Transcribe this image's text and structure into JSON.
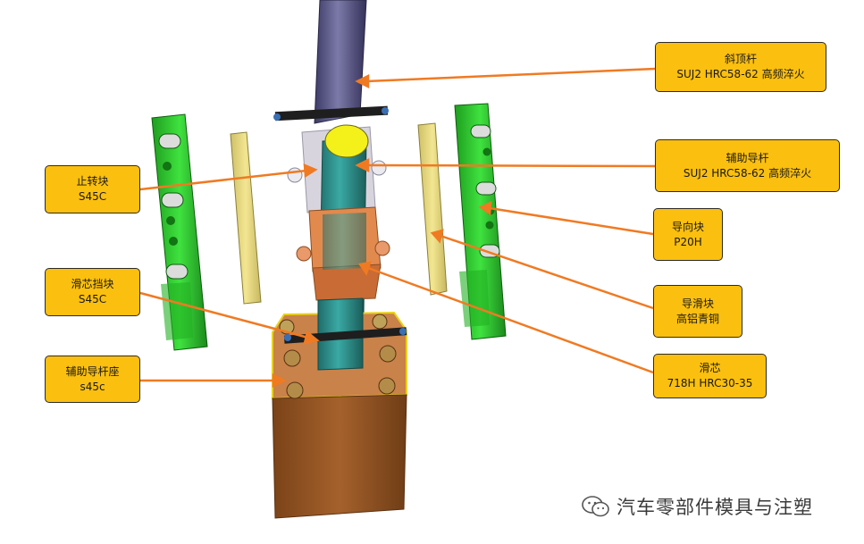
{
  "labels": {
    "incline_rod": {
      "name": "斜顶杆",
      "spec": "SUJ2 HRC58-62 高频淬火"
    },
    "aux_guide_rod": {
      "name": "辅助导杆",
      "spec": "SUJ2 HRC58-62 高频淬火"
    },
    "anti_rotation_block": {
      "name": "止转块",
      "spec": "S45C"
    },
    "guide_block": {
      "name": "导向块",
      "spec": "P20H"
    },
    "slide_block": {
      "name": "导滑块",
      "spec": "高铝青铜"
    },
    "core_stop_block": {
      "name": "滑芯挡块",
      "spec": "S45C"
    },
    "slide_core": {
      "name": "滑芯",
      "spec": "718H HRC30-35"
    },
    "aux_guide_seat": {
      "name": "辅助导杆座",
      "spec": "s45c"
    }
  },
  "watermark": {
    "text": "汽车零部件模具与注塑",
    "icon": "wechat-icon"
  },
  "colors": {
    "callout_fill": "#fbbf0f",
    "arrow": "#f07a22",
    "guide_block_green": "#2fd12f",
    "slide_plate_yellow": "#eee285",
    "incline_rod_purple": "#5c5a8a",
    "aux_rod_teal": "#2f8f8c",
    "slide_core_orange": "#e28a4e",
    "seat_brown": "#b46a35"
  }
}
